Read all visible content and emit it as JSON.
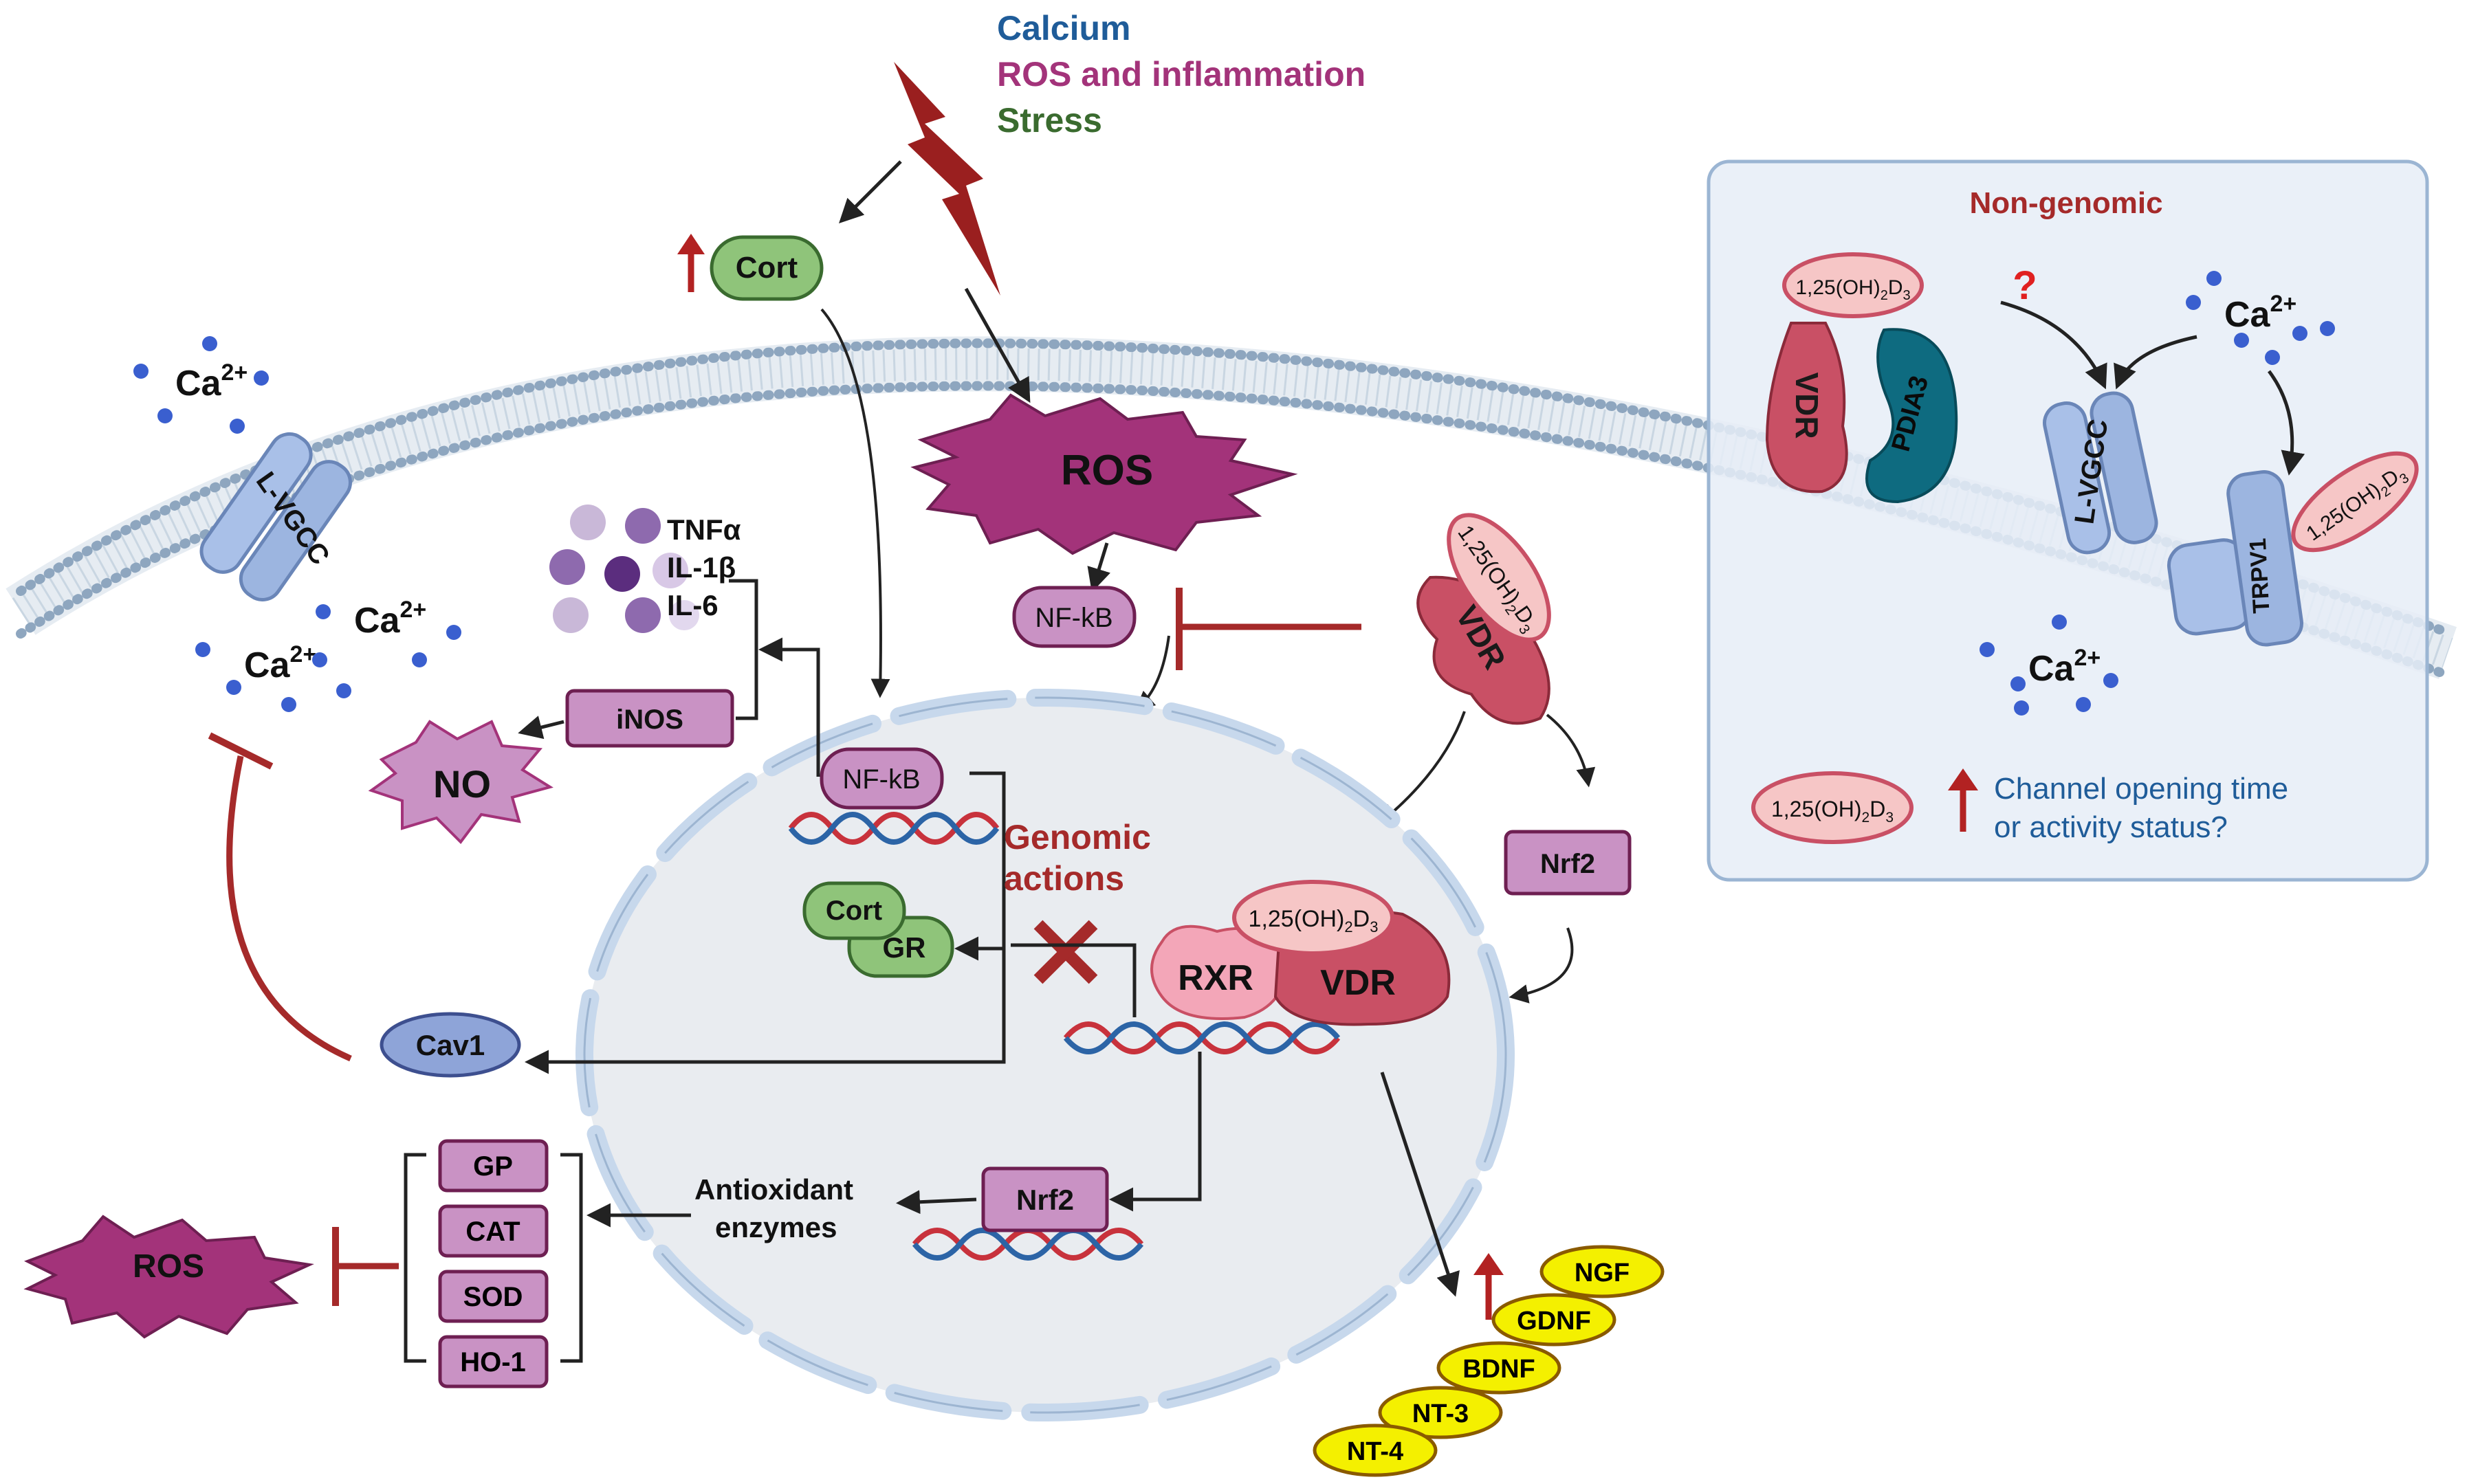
{
  "legend": {
    "calcium": "Calcium",
    "ros_inflammation": "ROS and inflammation",
    "stress": "Stress"
  },
  "colors": {
    "calcium": "#1f5c99",
    "ros_inflammation": "#a3337a",
    "stress": "#3a6b2f",
    "inhibit": "#a52a2a",
    "pill_purple": "#c992c4",
    "pill_green": "#8fc47a",
    "vdr": "#c95065",
    "pdia3": "#0e6b80",
    "neurotrophin": "#f4f000",
    "membrane": "#b8cbe0"
  },
  "nongenomic": {
    "title": "Non-genomic",
    "question": "?",
    "pdia3": "PDIA3",
    "vdr": "VDR",
    "lvgcc": "L-VGCC",
    "trpv1": "TRPV1",
    "ca_top": "Ca",
    "ca_bottom": "Ca",
    "legend_line1": "Channel opening time",
    "legend_line2": "or activity status?"
  },
  "labels": {
    "cort": "Cort",
    "ros_main": "ROS",
    "ros_left": "ROS",
    "nfkb_cyto": "NF-kB",
    "nfkb_nuc": "NF-kB",
    "vdr_cyto": "VDR",
    "nrf2_cyto": "Nrf2",
    "nrf2_nuc": "Nrf2",
    "genomic_line1": "Genomic",
    "genomic_line2": "actions",
    "cort_nuc": "Cort",
    "gr": "GR",
    "rxr": "RXR",
    "vdr_nuc": "VDR",
    "cav1": "Cav1",
    "inos": "iNOS",
    "no": "NO",
    "tnfa": "TNFα",
    "il1b": "IL-1β",
    "il6": "IL-6",
    "lvgcc_left": "L-VGCC",
    "ca_left1": "Ca",
    "ca_left2": "Ca",
    "ca_left3": "Ca",
    "antioxidant_line1": "Antioxidant",
    "antioxidant_line2": "enzymes"
  },
  "enzymes": [
    "GP",
    "CAT",
    "SOD",
    "HO-1"
  ],
  "neurotrophins": [
    "NGF",
    "GDNF",
    "BDNF",
    "NT-3",
    "NT-4"
  ]
}
